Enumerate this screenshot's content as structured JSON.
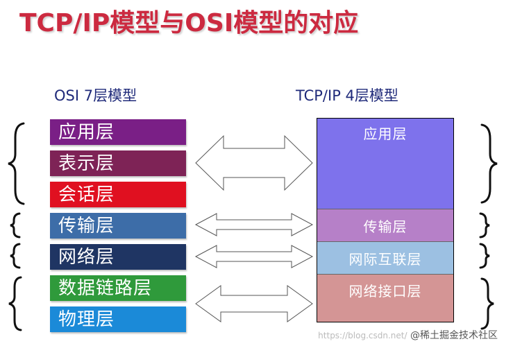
{
  "title": "TCP/IP模型与OSI模型的对应",
  "osi": {
    "heading": "OSI 7层模型",
    "layers": [
      {
        "label": "应用层",
        "color": "#7a1f86"
      },
      {
        "label": "表示层",
        "color": "#7e2356"
      },
      {
        "label": "会话层",
        "color": "#e01020"
      },
      {
        "label": "传输层",
        "color": "#3d6da8"
      },
      {
        "label": "网络层",
        "color": "#1f3563"
      },
      {
        "label": "数据链路层",
        "color": "#2f9a3b"
      },
      {
        "label": "物理层",
        "color": "#1b8ad8"
      }
    ]
  },
  "tcpip": {
    "heading": "TCP/IP 4层模型",
    "layers": [
      {
        "label": "应用层",
        "color": "#7e72ec"
      },
      {
        "label": "传输层",
        "color": "#b680c8"
      },
      {
        "label": "网际互联层",
        "color": "#9cc0e2"
      },
      {
        "label": "网络接口层",
        "color": "#d49595"
      }
    ]
  },
  "watermark": {
    "faint": "https://blog.csdn.net/",
    "main": "@稀土掘金技术社区"
  }
}
